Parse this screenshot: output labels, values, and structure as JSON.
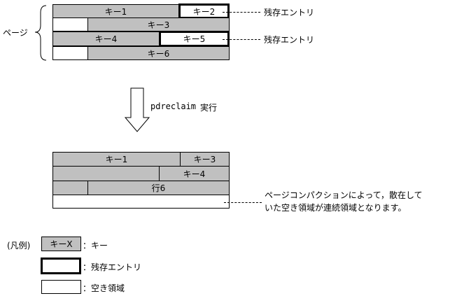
{
  "top": {
    "page_label": "ページ",
    "rows": [
      [
        {
          "type": "key",
          "label": "キー1"
        },
        {
          "type": "live",
          "label": "キー2"
        }
      ],
      [
        {
          "type": "free",
          "label": ""
        },
        {
          "type": "key",
          "label": "キー3"
        }
      ],
      [
        {
          "type": "key",
          "label": "キー4"
        },
        {
          "type": "live",
          "label": "キー5"
        }
      ],
      [
        {
          "type": "free",
          "label": ""
        },
        {
          "type": "key",
          "label": "キー6"
        }
      ]
    ],
    "live_note_1": "残存エントリ",
    "live_note_2": "残存エントリ"
  },
  "arrow": {
    "command": "pdreclaim",
    "suffix": "実行"
  },
  "bottom": {
    "rows": [
      [
        {
          "type": "key",
          "label": "キー1"
        },
        {
          "type": "key",
          "label": "キー3"
        }
      ],
      [
        {
          "type": "key",
          "label": ""
        },
        {
          "type": "key",
          "label": "キー4"
        }
      ],
      [
        {
          "type": "key",
          "label": ""
        },
        {
          "type": "key",
          "label": "行6"
        }
      ],
      [
        {
          "type": "free",
          "label": ""
        }
      ]
    ],
    "note_line1": "ページコンパクションによって，散在して",
    "note_line2": "いた空き領域が連続領域となります。"
  },
  "legend": {
    "prefix": "(凡例)",
    "key_sample": "キーX",
    "key_desc": "：キー",
    "live_desc": "：残存エントリ",
    "free_desc": "：空き領域"
  }
}
